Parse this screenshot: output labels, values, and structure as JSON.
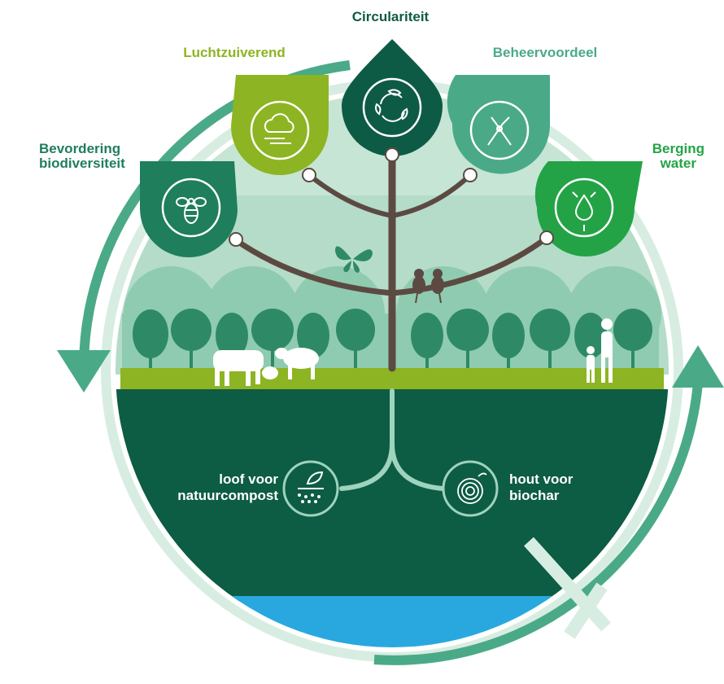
{
  "leaves": {
    "circulariteit": {
      "label": "Circulariteit",
      "icon": "recycle-leaves-icon",
      "color": "#0e5b45",
      "label_color": "#0e5b45"
    },
    "luchtzuiverend": {
      "label": "Luchtzuiverend",
      "icon": "cloud-wind-icon",
      "color": "#8db422",
      "label_color": "#8db422"
    },
    "beheervoordeel": {
      "label": "Beheervoordeel",
      "icon": "pruning-shears-icon",
      "color": "#4aaa88",
      "label_color": "#4aaa88"
    },
    "biodiversiteit": {
      "label_line1": "Bevordering",
      "label_line2": "biodiversiteit",
      "icon": "bee-icon",
      "color": "#1f7e5c",
      "label_color": "#1f7e5c"
    },
    "berging_water": {
      "label_line1": "Berging",
      "label_line2": "water",
      "icon": "water-drop-icon",
      "color": "#24a346",
      "label_color": "#24a346"
    }
  },
  "roots": {
    "left": {
      "label_line1": "loof voor",
      "label_line2": "natuurcompost",
      "icon": "leaf-compost-icon"
    },
    "right": {
      "label_line1": "hout voor",
      "label_line2": "biochar",
      "icon": "wood-rings-icon"
    }
  },
  "colors": {
    "sky": "#b4dcc9",
    "soil": "#0d5c44",
    "grass": "#8db422",
    "water": "#29a8e0",
    "branch": "#5c4a42",
    "arrow": "#4aaa88",
    "ring": "#d8ede2",
    "tree_dark": "#1f7e5c",
    "tree_light": "#7bc0a2"
  }
}
